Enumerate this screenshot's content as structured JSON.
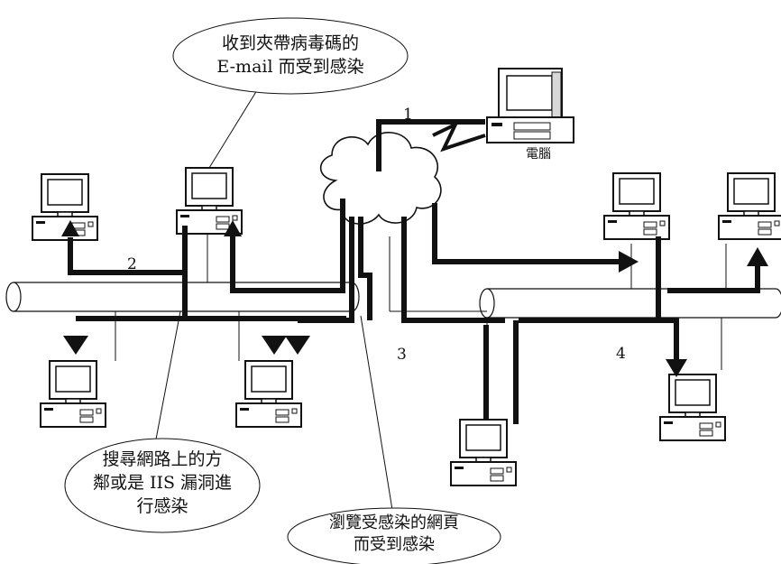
{
  "labels": {
    "computer": "電腦",
    "route_1": "1",
    "route_2": "2",
    "route_3": "3",
    "route_4": "4"
  },
  "callouts": {
    "top": [
      "收到夾帶病毒碼的",
      "E-mail 而受到感染"
    ],
    "bottom_left": [
      "搜尋網路上的方",
      "鄰或是 IIS 漏洞進",
      "行感染"
    ],
    "bottom_center": [
      "瀏覽受感染的網頁",
      "而受到感染"
    ]
  },
  "colors": {
    "ink": "#111111",
    "paper": "#ffffff",
    "shade": "#d8d8d8"
  }
}
